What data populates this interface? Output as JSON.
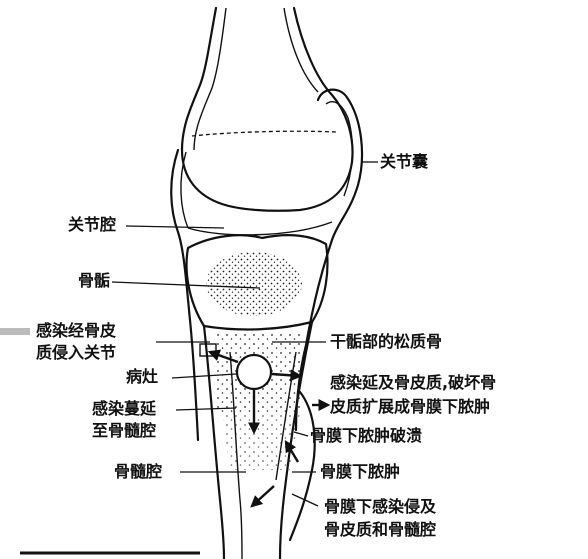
{
  "labels": {
    "joint_capsule": "关节囊",
    "joint_cavity": "关节腔",
    "epiphysis": "骨骺",
    "infect_joint_line1": "感染经骨皮",
    "infect_joint_line2": "质侵入关节",
    "metaphysis": "干骺部的松质骨",
    "lesion": "病灶",
    "infect_cortex_line1": "感染延及骨皮质,破坏骨",
    "infect_cortex_line2": "皮质扩展成骨膜下脓肿",
    "spread_marrow_line1": "感染蔓延",
    "spread_marrow_line2": "至骨髓腔",
    "abscess_rupture": "骨膜下脓肿破溃",
    "marrow_cavity": "骨髓腔",
    "subperiosteal_abscess": "骨膜下脓肿",
    "subperiosteal_infection_line1": "骨膜下感染侵及",
    "subperiosteal_infection_line2": "骨皮质和骨髓腔"
  }
}
